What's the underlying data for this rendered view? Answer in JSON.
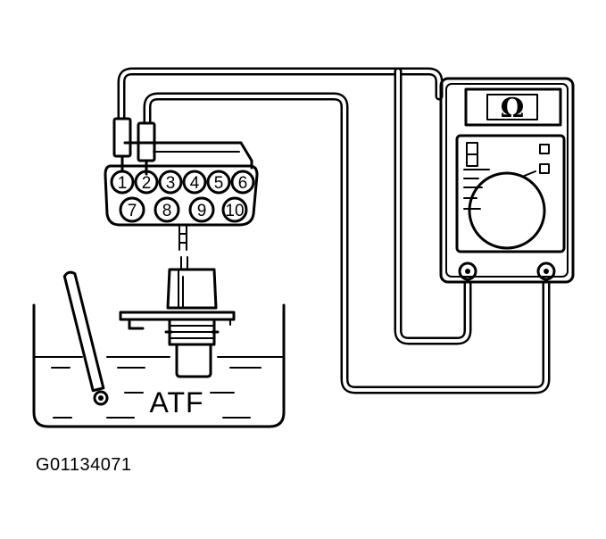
{
  "connector": {
    "pins_top": [
      "1",
      "2",
      "3",
      "4",
      "5",
      "6"
    ],
    "pins_bottom": [
      "7",
      "8",
      "9",
      "10"
    ]
  },
  "meter": {
    "unit_symbol": "Ω"
  },
  "container": {
    "fluid_label": "ATF"
  },
  "figure_id": "G01134071"
}
